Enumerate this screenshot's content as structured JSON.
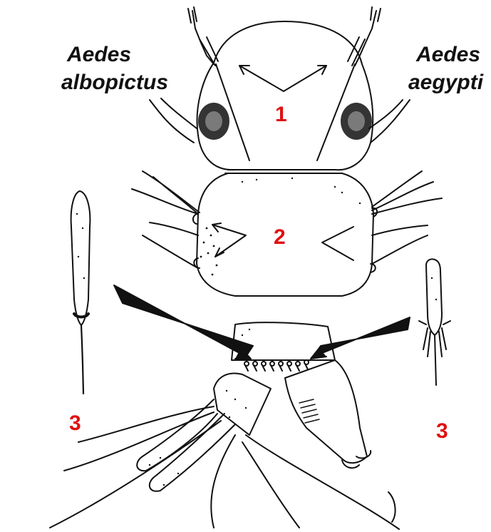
{
  "species": {
    "left": {
      "genus": "Aedes",
      "epithet": "albopictus"
    },
    "right": {
      "genus": "Aedes",
      "epithet": "aegypti"
    }
  },
  "markers": {
    "one": "1",
    "two": "2",
    "three_left": "3",
    "three_right": "3"
  },
  "colors": {
    "line": "#111111",
    "marker": "#e01010",
    "background": "#ffffff"
  }
}
